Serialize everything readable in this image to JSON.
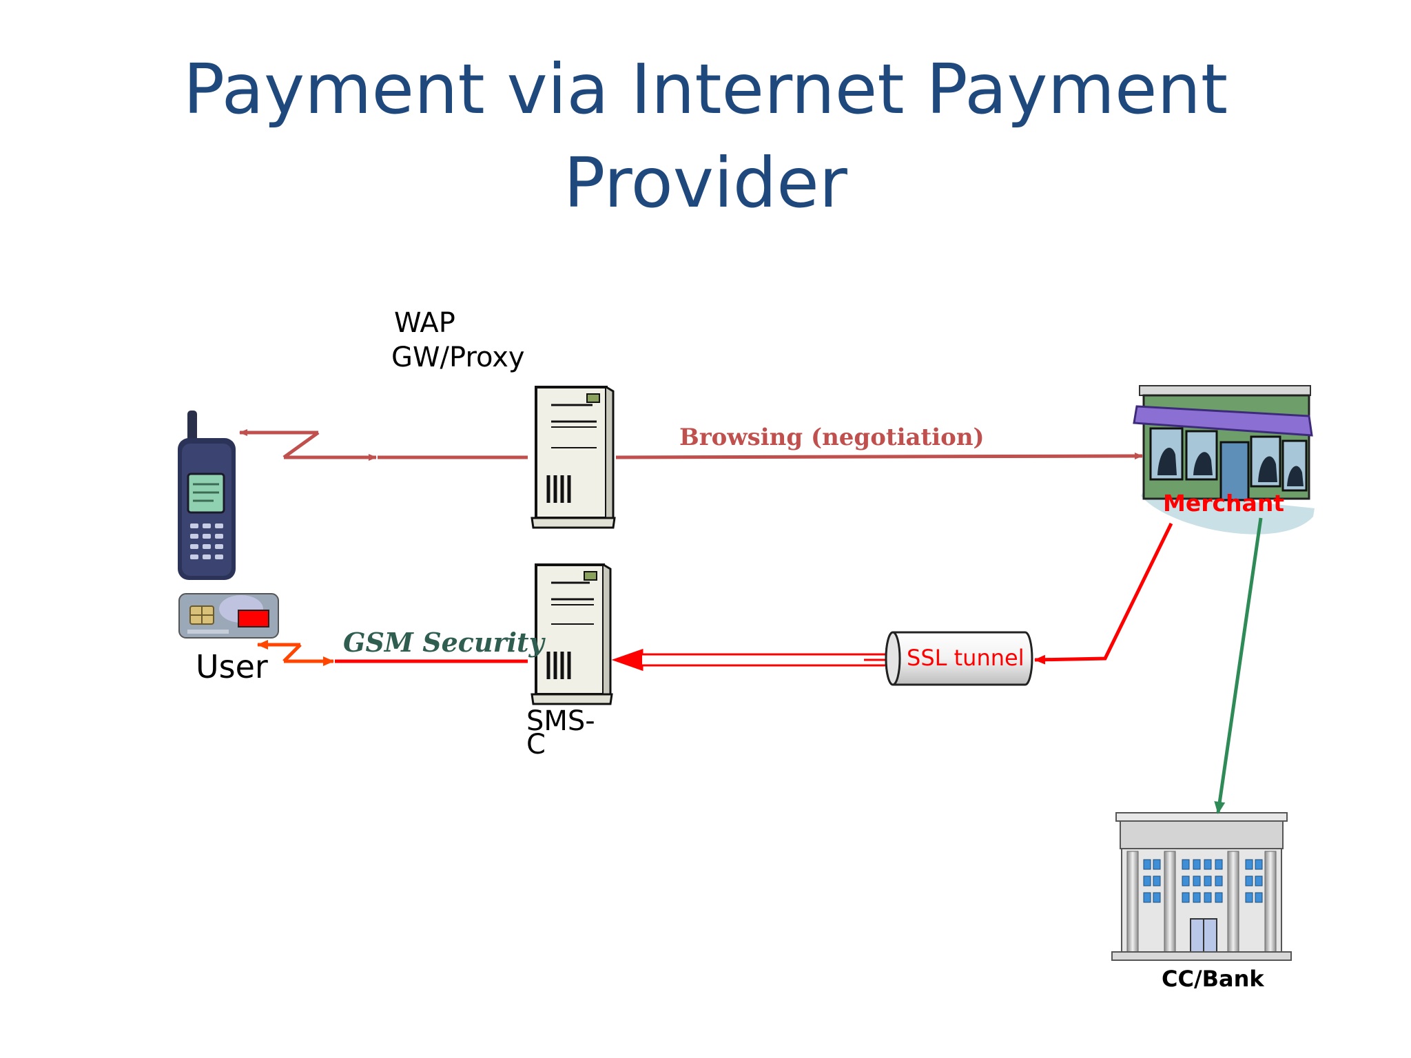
{
  "title": {
    "line1": "Payment via Internet Payment",
    "line2": "Provider"
  },
  "labels": {
    "wap_line1": "WAP",
    "wap_line2": "GW/Proxy",
    "user": "User",
    "sms_line1": "SMS-",
    "sms_line2": "C",
    "browsing": "Browsing (negotiation)",
    "gsm_security": "GSM Security",
    "ssl_tunnel": "SSL tunnel",
    "merchant": "Merchant",
    "bank": "CC/Bank"
  },
  "icons": [
    "mobile-phone-icon",
    "sim-card-icon",
    "server-tower-icon",
    "storefront-icon",
    "bank-building-icon"
  ],
  "colors": {
    "title": "#1f497d",
    "browsing_arrow": "#c0504d",
    "red_arrow": "#ff0000",
    "green_arrow": "#2e8b57",
    "gsm_label": "#2f5d50"
  }
}
